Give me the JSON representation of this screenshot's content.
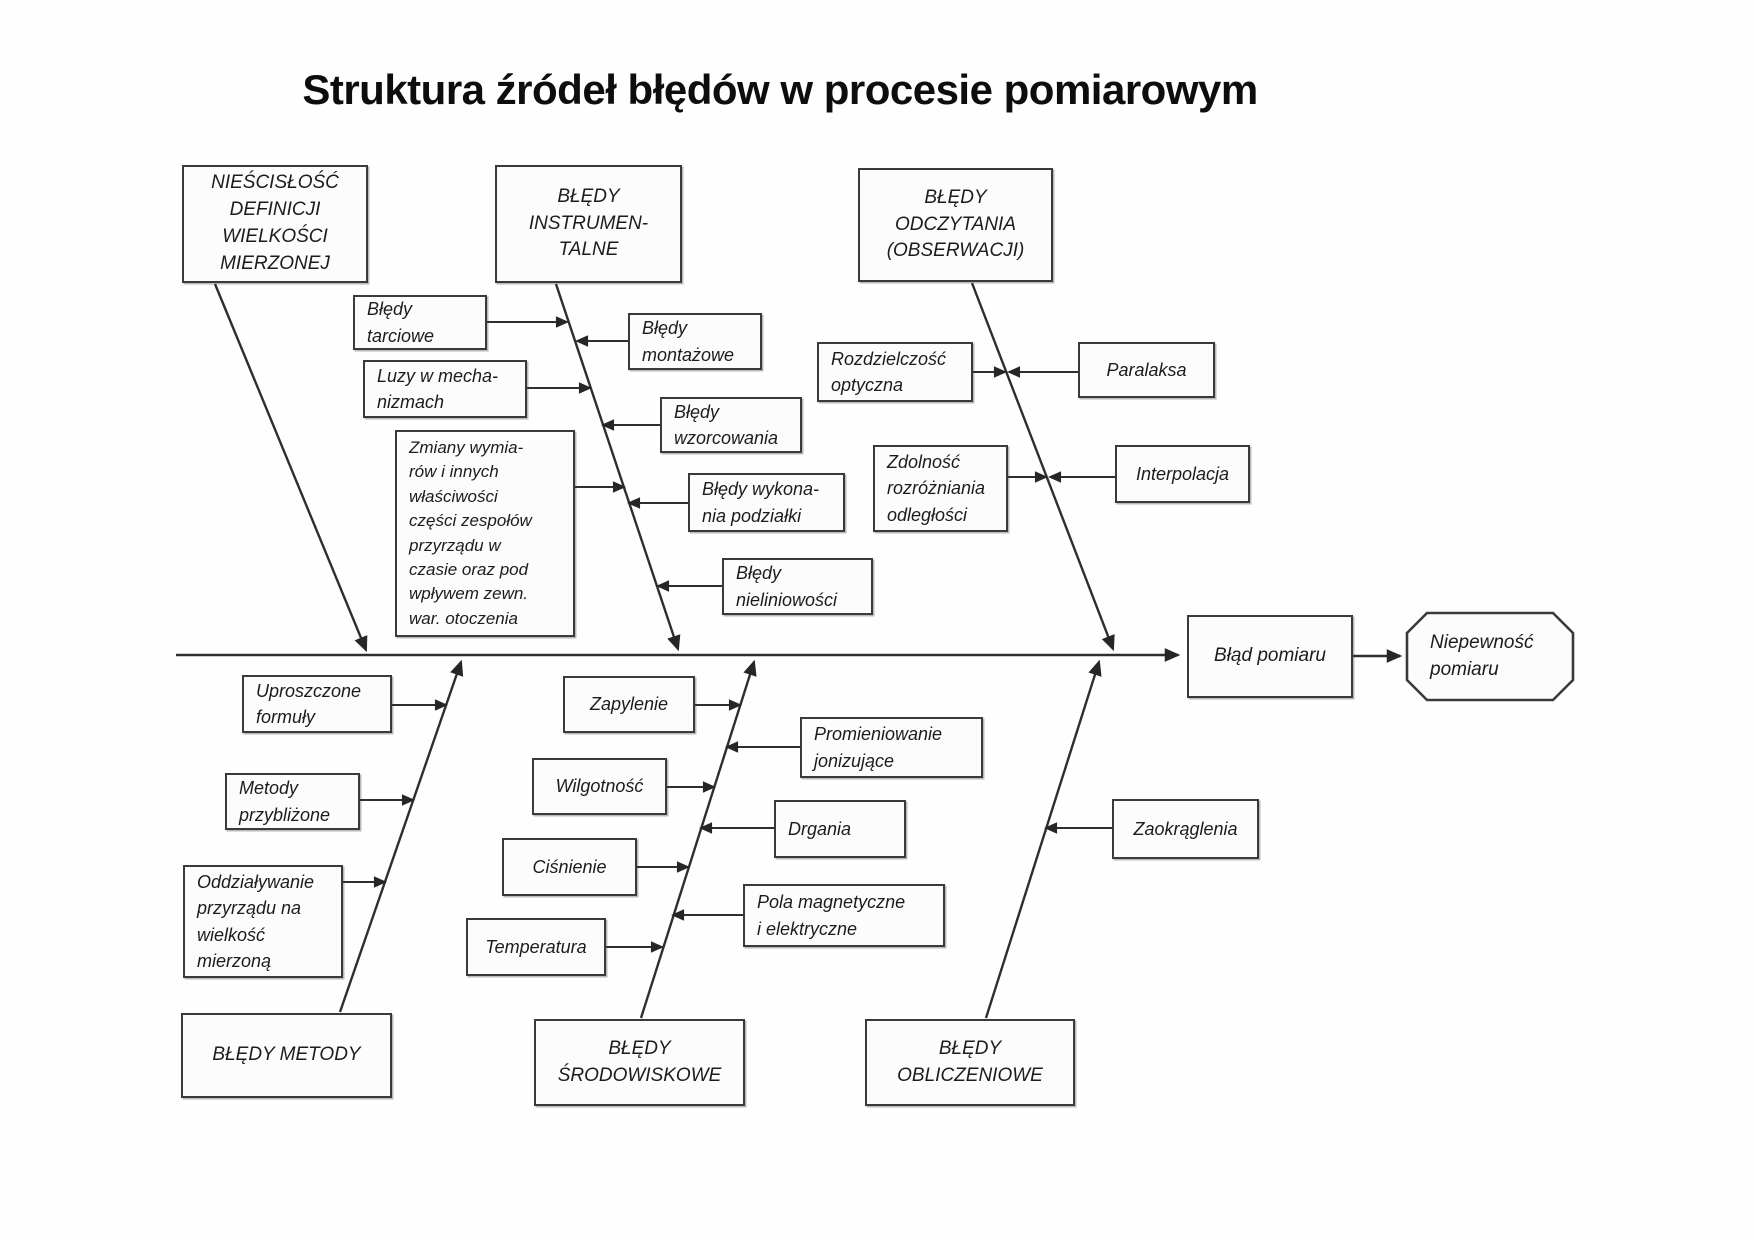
{
  "title": "Struktura źródeł błędów w procesie pomiarowym",
  "diagram": {
    "type": "fishbone",
    "effect": "Błąd pomiaru",
    "outcome": "Niepewność\npomiaru",
    "categories": {
      "definition": "NIEŚCISŁOŚĆ\nDEFINICJI\nWIELKOŚCI\nMIERZONEJ",
      "instrumental": "BŁĘDY\nINSTRUMEN-\nTALNE",
      "observation": "BŁĘDY\nODCZYTANIA\n(OBSERWACJI)",
      "method": "BŁĘDY METODY",
      "environment": "BŁĘDY\nŚRODOWISKOWE",
      "computation": "BŁĘDY\nOBLICZENIOWE"
    },
    "causes": {
      "tarciowe": "Błędy\ntarciowe",
      "luzy": "Luzy w mecha-\nnizmach",
      "zmiany": "Zmiany wymia-\nrów i innych\nwłaściwości\nczęści zespołów\nprzyrządu w\nczasie oraz pod\nwpływem zewn.\nwar. otoczenia",
      "montazowe": "Błędy\nmontażowe",
      "wzorcowania": "Błędy\nwzorcowania",
      "wykonania_podzialki": "Błędy wykona-\nnia podziałki",
      "nieliniowosci": "Błędy\nnieliniowości",
      "rozdzielczosc": "Rozdzielczość\noptyczna",
      "paralaksa": "Paralaksa",
      "zdolnosc": "Zdolność\nrozróżniania\nodległości",
      "interpolacja": "Interpolacja",
      "uproszczone": "Uproszczone\nformuły",
      "metody_przyblizone": "Metody\nprzybliżone",
      "oddzialywanie": "Oddziaływanie\nprzyrządu na\nwielkość\nmierzoną",
      "zapylenie": "Zapylenie",
      "wilgotnosc": "Wilgotność",
      "cisnienie": "Ciśnienie",
      "temperatura": "Temperatura",
      "promieniowanie": "Promieniowanie\njonizujące",
      "drgania": "Drgania",
      "pola_magnetyczne": "Pola magnetyczne\ni elektryczne",
      "zaokraglenia": "Zaokrąglenia"
    },
    "colors": {
      "line": "#2e2e2e",
      "box_border": "#3a3a3a",
      "box_fill": "#fcfcfc",
      "text": "#1a1a1a"
    }
  }
}
